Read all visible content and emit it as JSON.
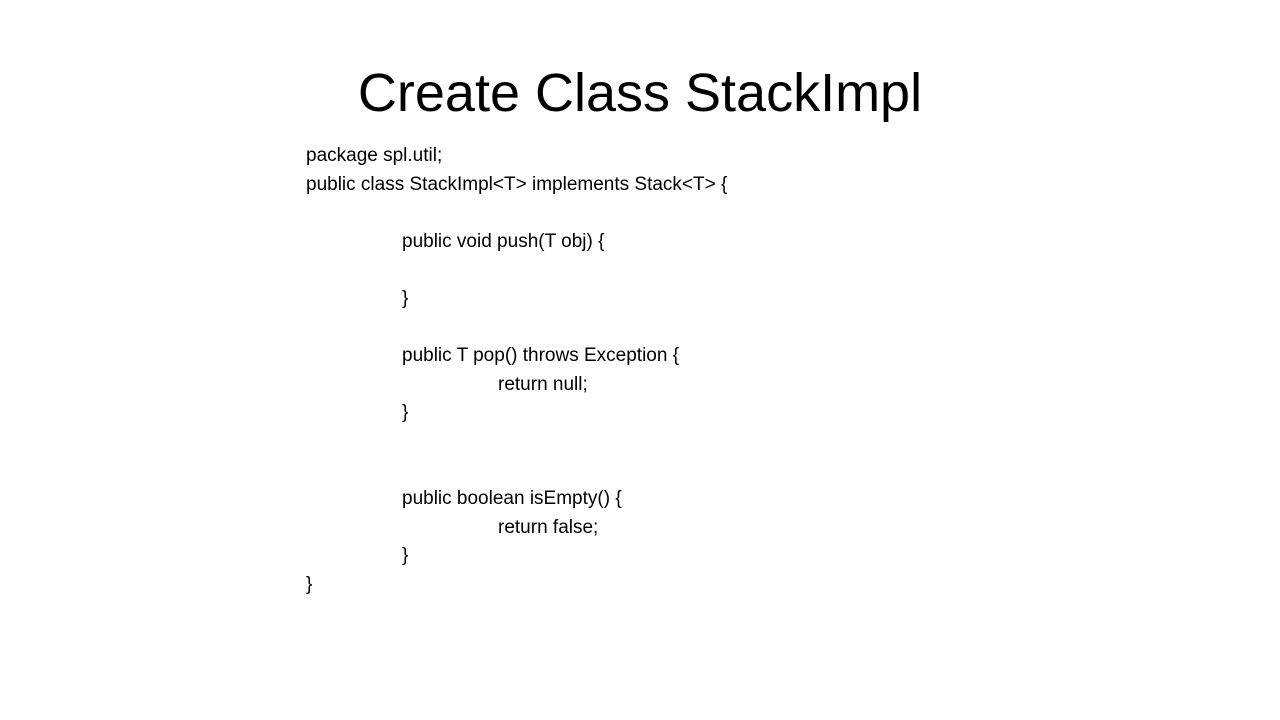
{
  "slide": {
    "title": "Create Class StackImpl",
    "code_lines": [
      "package spl.util;",
      "public class StackImpl<T> implements Stack<T> {",
      "",
      "public void push(T obj) {",
      "",
      "}",
      "",
      "public T pop() throws Exception {",
      "return null;",
      "}",
      "",
      "",
      "public boolean isEmpty() {",
      "return false;",
      "}",
      "}"
    ]
  }
}
